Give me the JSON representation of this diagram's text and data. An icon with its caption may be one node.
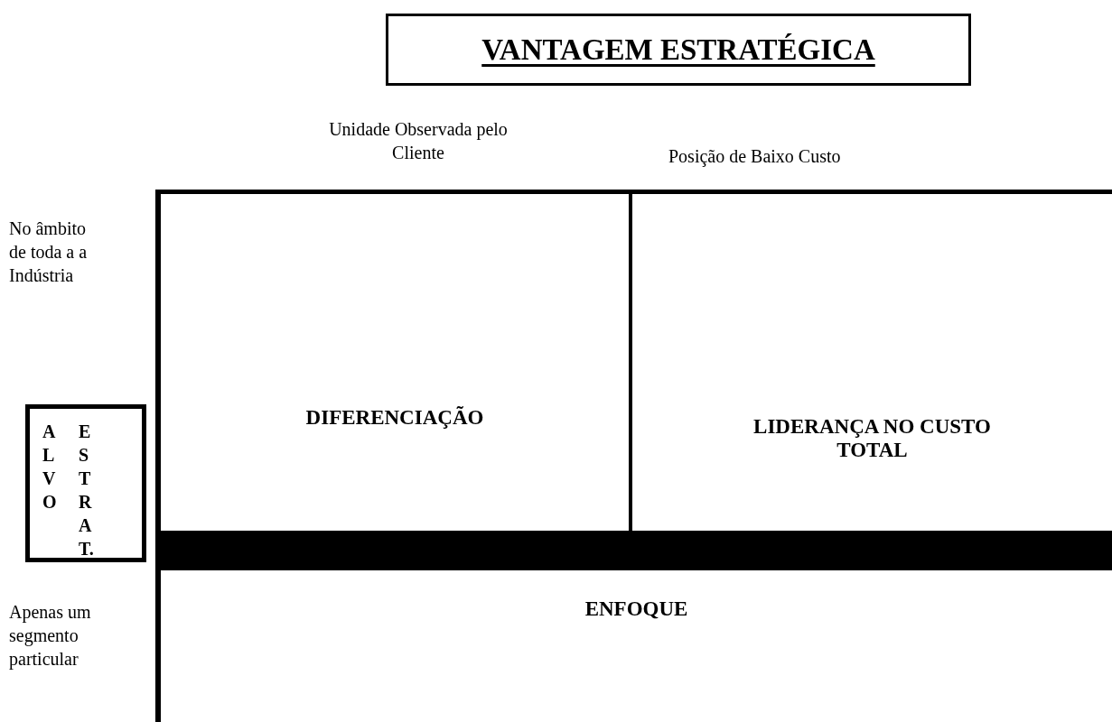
{
  "diagram": {
    "nodes": [
      {
        "text": [
          "VANTAGEM ESTRATÉGICA"
        ]
      },
      {
        "text": [
          "DIFERENCIAÇÃO"
        ]
      },
      {
        "text": [
          "LIDERANÇA NO CUSTO TOTAL"
        ]
      },
      {
        "text": [],
        "shape": "bar"
      },
      {
        "text": [
          "ENFOQUE"
        ]
      },
      {
        "text": [
          "ALVO",
          "ESTRAT."
        ]
      }
    ],
    "labels": [
      "Unidade Observada pelo Cliente",
      "Posição de Baixo Custo",
      "No âmbito de toda a a Indústria",
      "Apenas um segmento particular"
    ]
  }
}
